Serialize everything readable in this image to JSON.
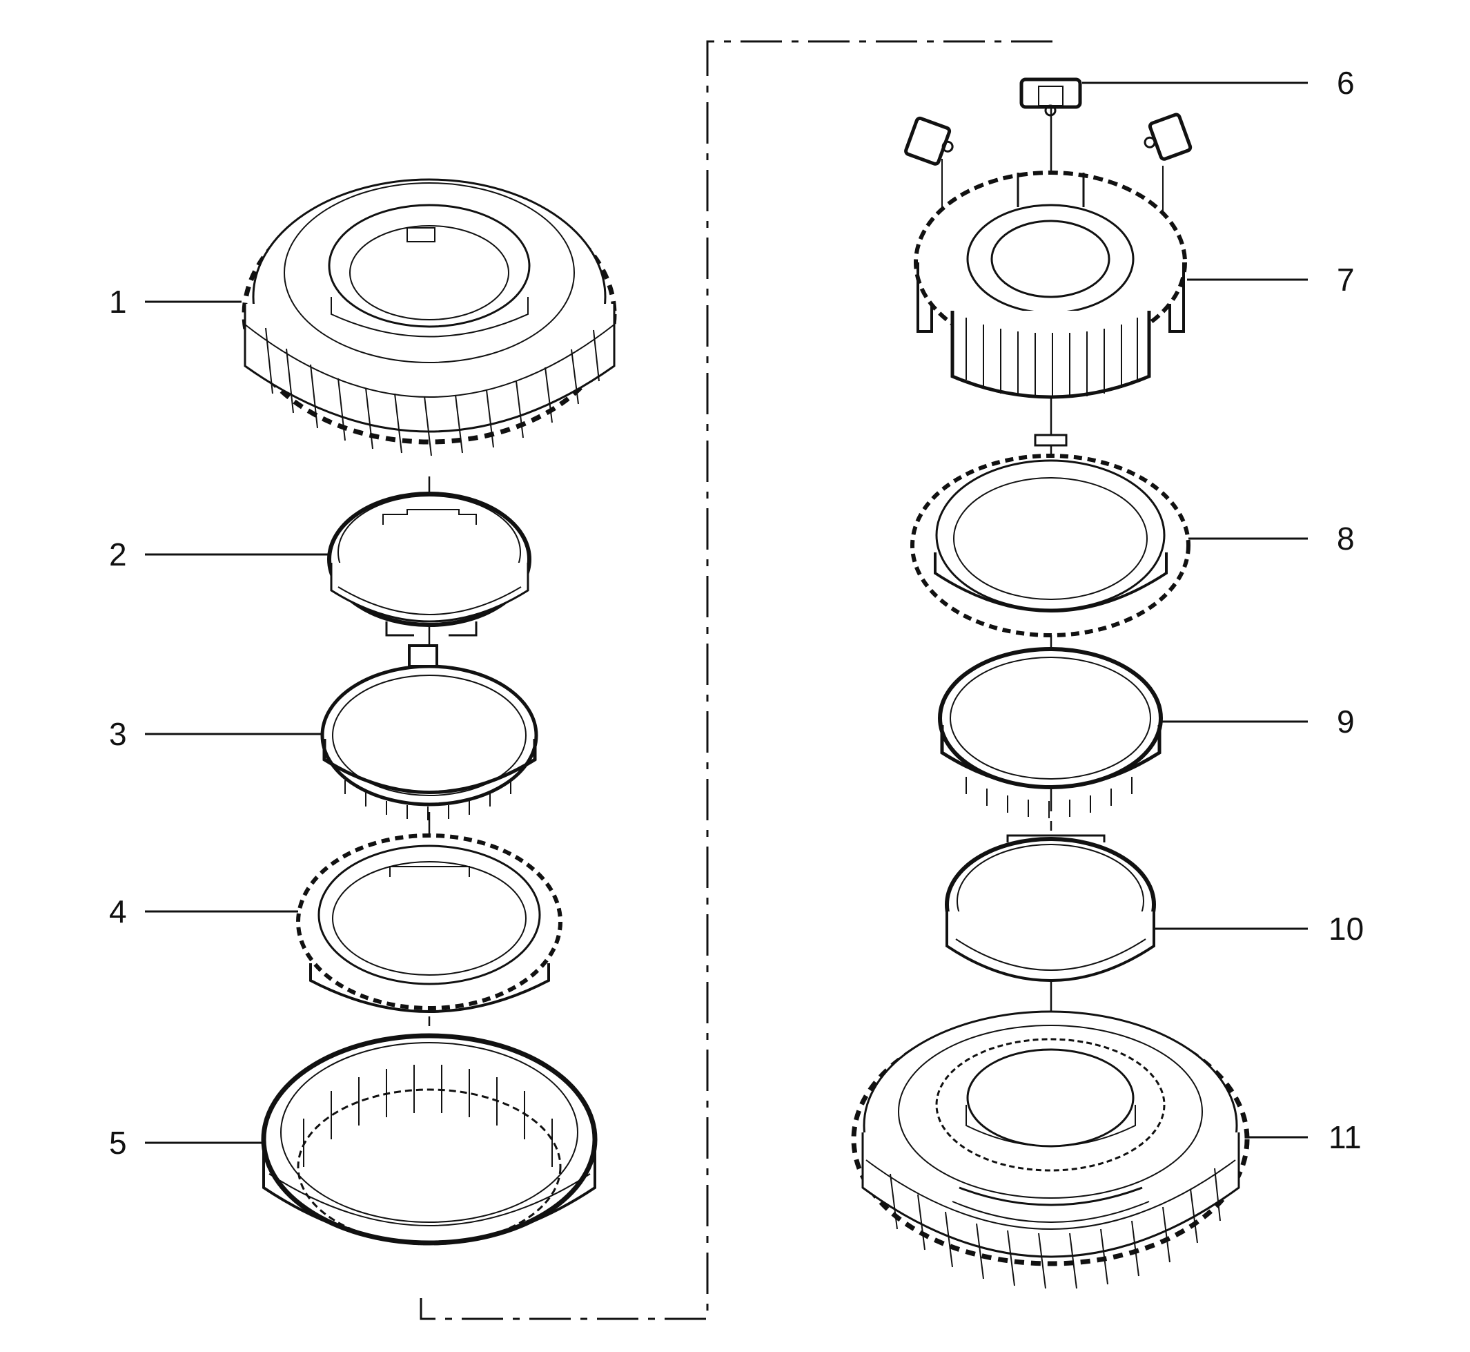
{
  "diagram": {
    "callouts": [
      "1",
      "2",
      "3",
      "4",
      "5",
      "6",
      "7",
      "8",
      "9",
      "10",
      "11"
    ]
  },
  "colors": {
    "line": "#111111",
    "background": "#ffffff"
  }
}
